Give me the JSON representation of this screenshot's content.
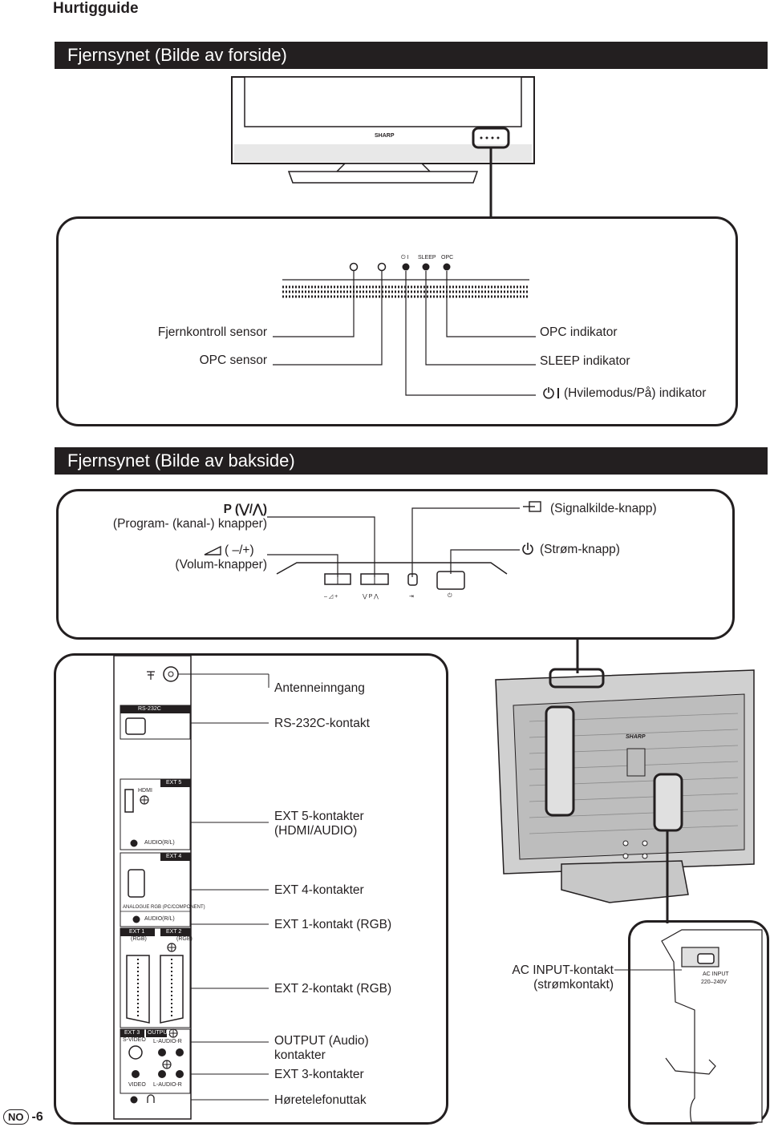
{
  "header": {
    "guide_title": "Hurtigguide"
  },
  "front": {
    "title": "Fjernsynet (Bilde av forside)",
    "brand": "SHARP",
    "indicator_labels": {
      "power": "⏻ I",
      "sleep": "SLEEP",
      "opc": "OPC"
    },
    "left_labels": [
      "Fjernkontroll sensor",
      "OPC sensor"
    ],
    "right_labels": [
      "OPC indikator",
      "SLEEP indikator",
      "(Hvilemodus/På) indikator"
    ]
  },
  "back": {
    "title": "Fjernsynet (Bilde av bakside)",
    "program_symbol": "P (⋁/⋀)",
    "program_label": "(Program- (kanal-) knapper)",
    "volume_symbol": "( –/+)",
    "volume_label": "(Volum-knapper)",
    "input_label": "(Signalkilde-knapp)",
    "power_label": "(Strøm-knapp)",
    "button_marks": [
      "– ◿ +",
      "⋁ P ⋀",
      "⇥",
      "⏻"
    ]
  },
  "connectors": {
    "panel_labels": {
      "rs232c": "RS-232C",
      "hdmi": "HDMI",
      "ext5": "EXT 5",
      "audio_rl_1": "AUDIO(R/L)",
      "ext4": "EXT 4",
      "analogue": "ANALOGUE RGB (PC/COMPONENT)",
      "audio_rl_2": "AUDIO(R/L)",
      "ext1": "EXT 1",
      "ext1_rgb": "(RGB)",
      "ext2": "EXT 2",
      "ext2_rgb": "(RGB)",
      "ext3": "EXT 3",
      "output": "OUTPUT",
      "svideo": "S-VIDEO",
      "laudio_r_1": "L-AUDIO-R",
      "video": "VIDEO",
      "laudio_r_2": "L-AUDIO-R"
    },
    "labels": {
      "antenna": "Antenneinngang",
      "rs232c": "RS-232C-kontakt",
      "ext5_line1": "EXT 5-kontakter",
      "ext5_line2": "(HDMI/AUDIO)",
      "ext4": "EXT 4-kontakter",
      "ext1": "EXT 1-kontakt (RGB)",
      "ext2": "EXT 2-kontakt (RGB)",
      "output_line1": "OUTPUT (Audio)",
      "output_line2": "kontakter",
      "ext3": "EXT 3-kontakter",
      "headphone": "Høretelefonuttak"
    },
    "ac_label_line1": "AC INPUT-kontakt",
    "ac_label_line2": "(strømkontakt)",
    "ac_print_line1": "AC INPUT",
    "ac_print_line2": "220–240V",
    "rear_brand": "SHARP"
  },
  "footer": {
    "country_badge": "NO",
    "page_number": "-6"
  }
}
